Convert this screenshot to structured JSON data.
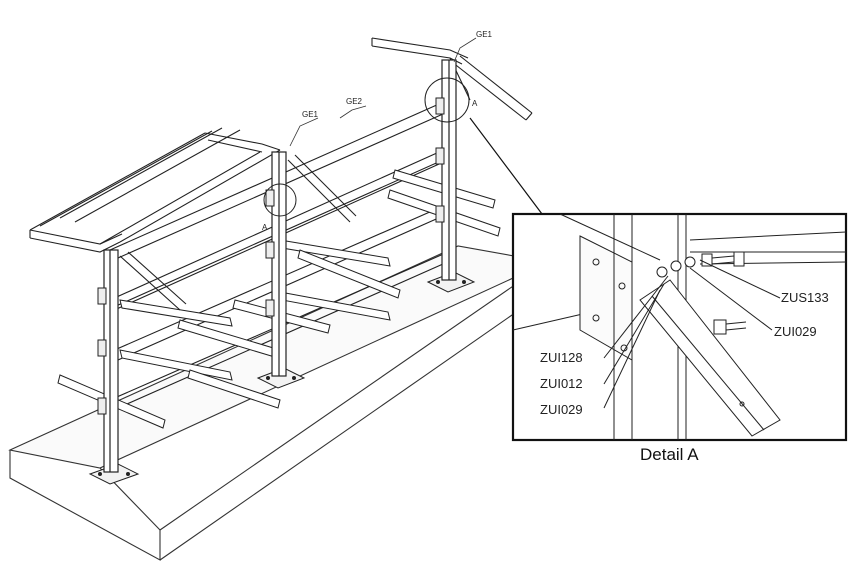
{
  "labels": {
    "ge1_top": "GE1",
    "ge1_mid": "GE1",
    "ge2": "GE2",
    "a_right": "A",
    "a_left": "A"
  },
  "detail": {
    "caption": "Detail A",
    "parts": {
      "zus133": "ZUS133",
      "zui029_right": "ZUI029",
      "zui128": "ZUI128",
      "zui012": "ZUI012",
      "zui029_left": "ZUI029"
    }
  },
  "colors": {
    "line": "#222222",
    "frame": "#111111",
    "background": "#ffffff"
  }
}
